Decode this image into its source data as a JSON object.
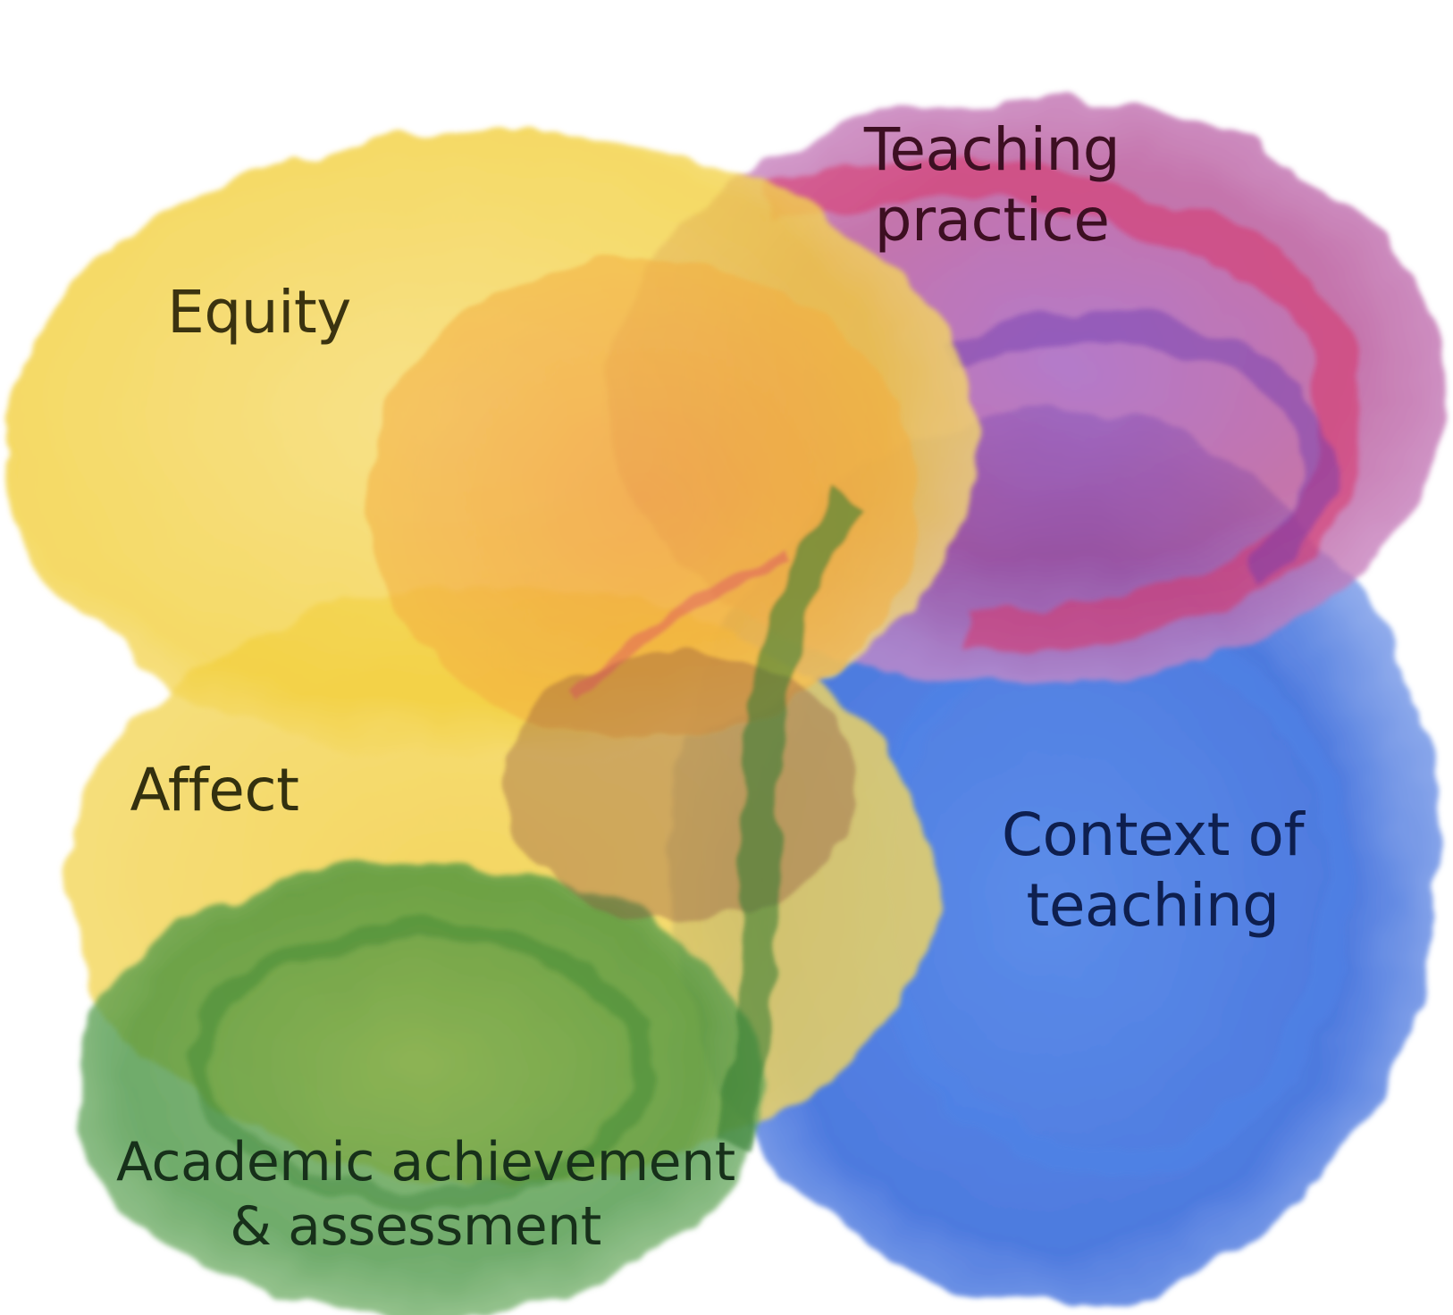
{
  "diagram": {
    "labels": {
      "teaching_practice": {
        "line1": "Teaching",
        "line2": "practice"
      },
      "equity": "Equity",
      "affect": "Affect",
      "context_of_teaching": {
        "line1": "Context of",
        "line2": "teaching"
      },
      "academic_achievement": {
        "line1": "Academic achievement",
        "line2": "& assessment"
      }
    },
    "colors": {
      "equity": "#f2cf3a",
      "teaching_practice": "#d8346a",
      "context_of_teaching": "#2f63d9",
      "affect": "#efc327",
      "academic_achievement": "#3f8f3a",
      "label_equity": "#3b3310",
      "label_teaching": "#3d0f22",
      "label_context": "#0e1f4f",
      "label_academic": "#17301a"
    }
  }
}
